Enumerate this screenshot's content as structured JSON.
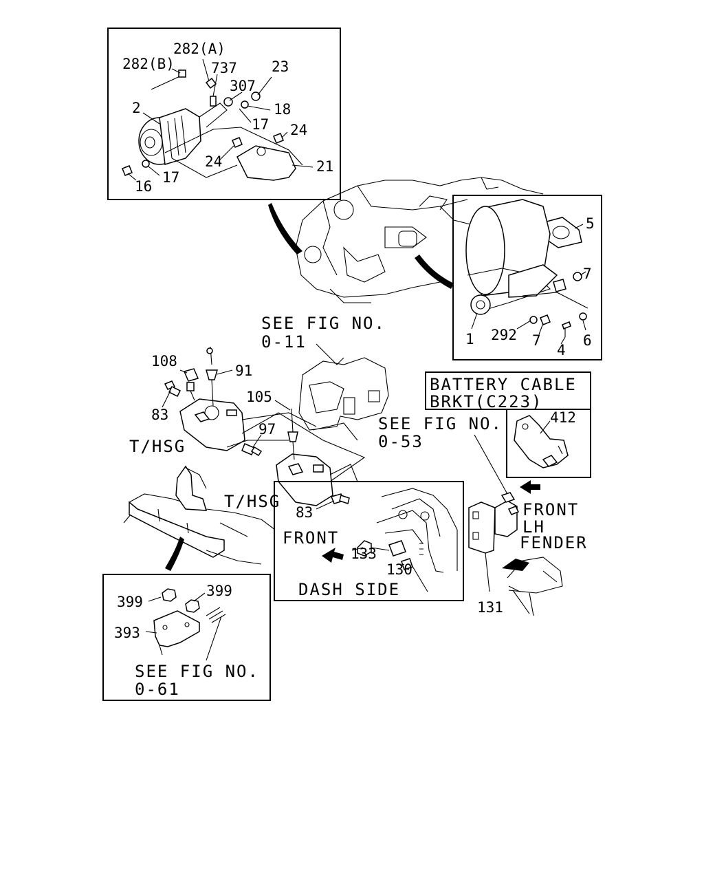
{
  "callouts": {
    "c282b": "282(B)",
    "c282a": "282(A)",
    "c737": "737",
    "c23": "23",
    "c307": "307",
    "c2": "2",
    "c18": "18",
    "c17a": "17",
    "c24a": "24",
    "c24b": "24",
    "c21": "21",
    "c16": "16",
    "c17b": "17",
    "c5": "5",
    "c7a": "7",
    "c1": "1",
    "c292": "292",
    "c7b": "7",
    "c4": "4",
    "c6": "6",
    "c108": "108",
    "c91": "91",
    "c83a": "83",
    "c105": "105",
    "c97": "97",
    "c83b": "83",
    "c412": "412",
    "c133": "133",
    "c130": "130",
    "c131": "131",
    "c399a": "399",
    "c399b": "399",
    "c393": "393"
  },
  "notes": {
    "see_fig_0_11_l1": "SEE FIG NO.",
    "see_fig_0_11_l2": "0-11",
    "see_fig_0_53_l1": "SEE FIG NO.",
    "see_fig_0_53_l2": "0-53",
    "see_fig_0_61_l1": "SEE FIG NO.",
    "see_fig_0_61_l2": "0-61",
    "thsg_a": "T/HSG",
    "thsg_b": "T/HSG",
    "battery_l1": "BATTERY CABLE",
    "battery_l2": "BRKT(C223)",
    "front_right": "FRONT",
    "lh": "LH",
    "fender": "FENDER",
    "front_dash": "FRONT",
    "dash_side": "DASH SIDE"
  }
}
